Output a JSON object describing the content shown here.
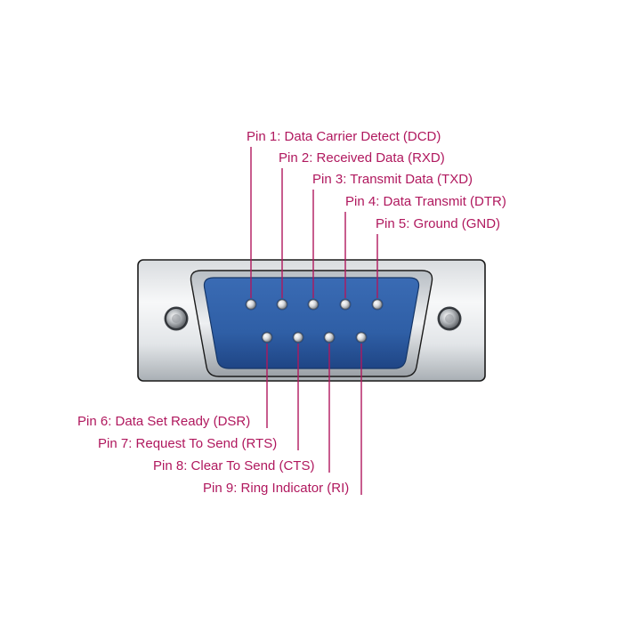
{
  "colors": {
    "label": "#b0185e",
    "leader": "#b0185e",
    "shell_light": "#f4f5f6",
    "shell_dark": "#a9afb4",
    "shell_outline": "#1a1a1a",
    "face_blue": "#2f5fa6",
    "face_blue_dark": "#1f4585",
    "pin_light": "#f2f2f2",
    "pin_dark": "#8b8f94"
  },
  "connector": {
    "type": "DE-9 male (DB9)",
    "screw_icon": "screw-head-icon"
  },
  "pins": [
    {
      "number": 1,
      "label": "Pin 1: Data Carrier Detect (DCD)"
    },
    {
      "number": 2,
      "label": "Pin 2: Received Data (RXD)"
    },
    {
      "number": 3,
      "label": "Pin 3: Transmit Data (TXD)"
    },
    {
      "number": 4,
      "label": "Pin 4: Data Transmit (DTR)"
    },
    {
      "number": 5,
      "label": "Pin 5: Ground (GND)"
    },
    {
      "number": 6,
      "label": "Pin 6: Data Set Ready (DSR)"
    },
    {
      "number": 7,
      "label": "Pin 7: Request To Send (RTS)"
    },
    {
      "number": 8,
      "label": "Pin 8: Clear To Send (CTS)"
    },
    {
      "number": 9,
      "label": "Pin 9: Ring Indicator (RI)"
    }
  ]
}
